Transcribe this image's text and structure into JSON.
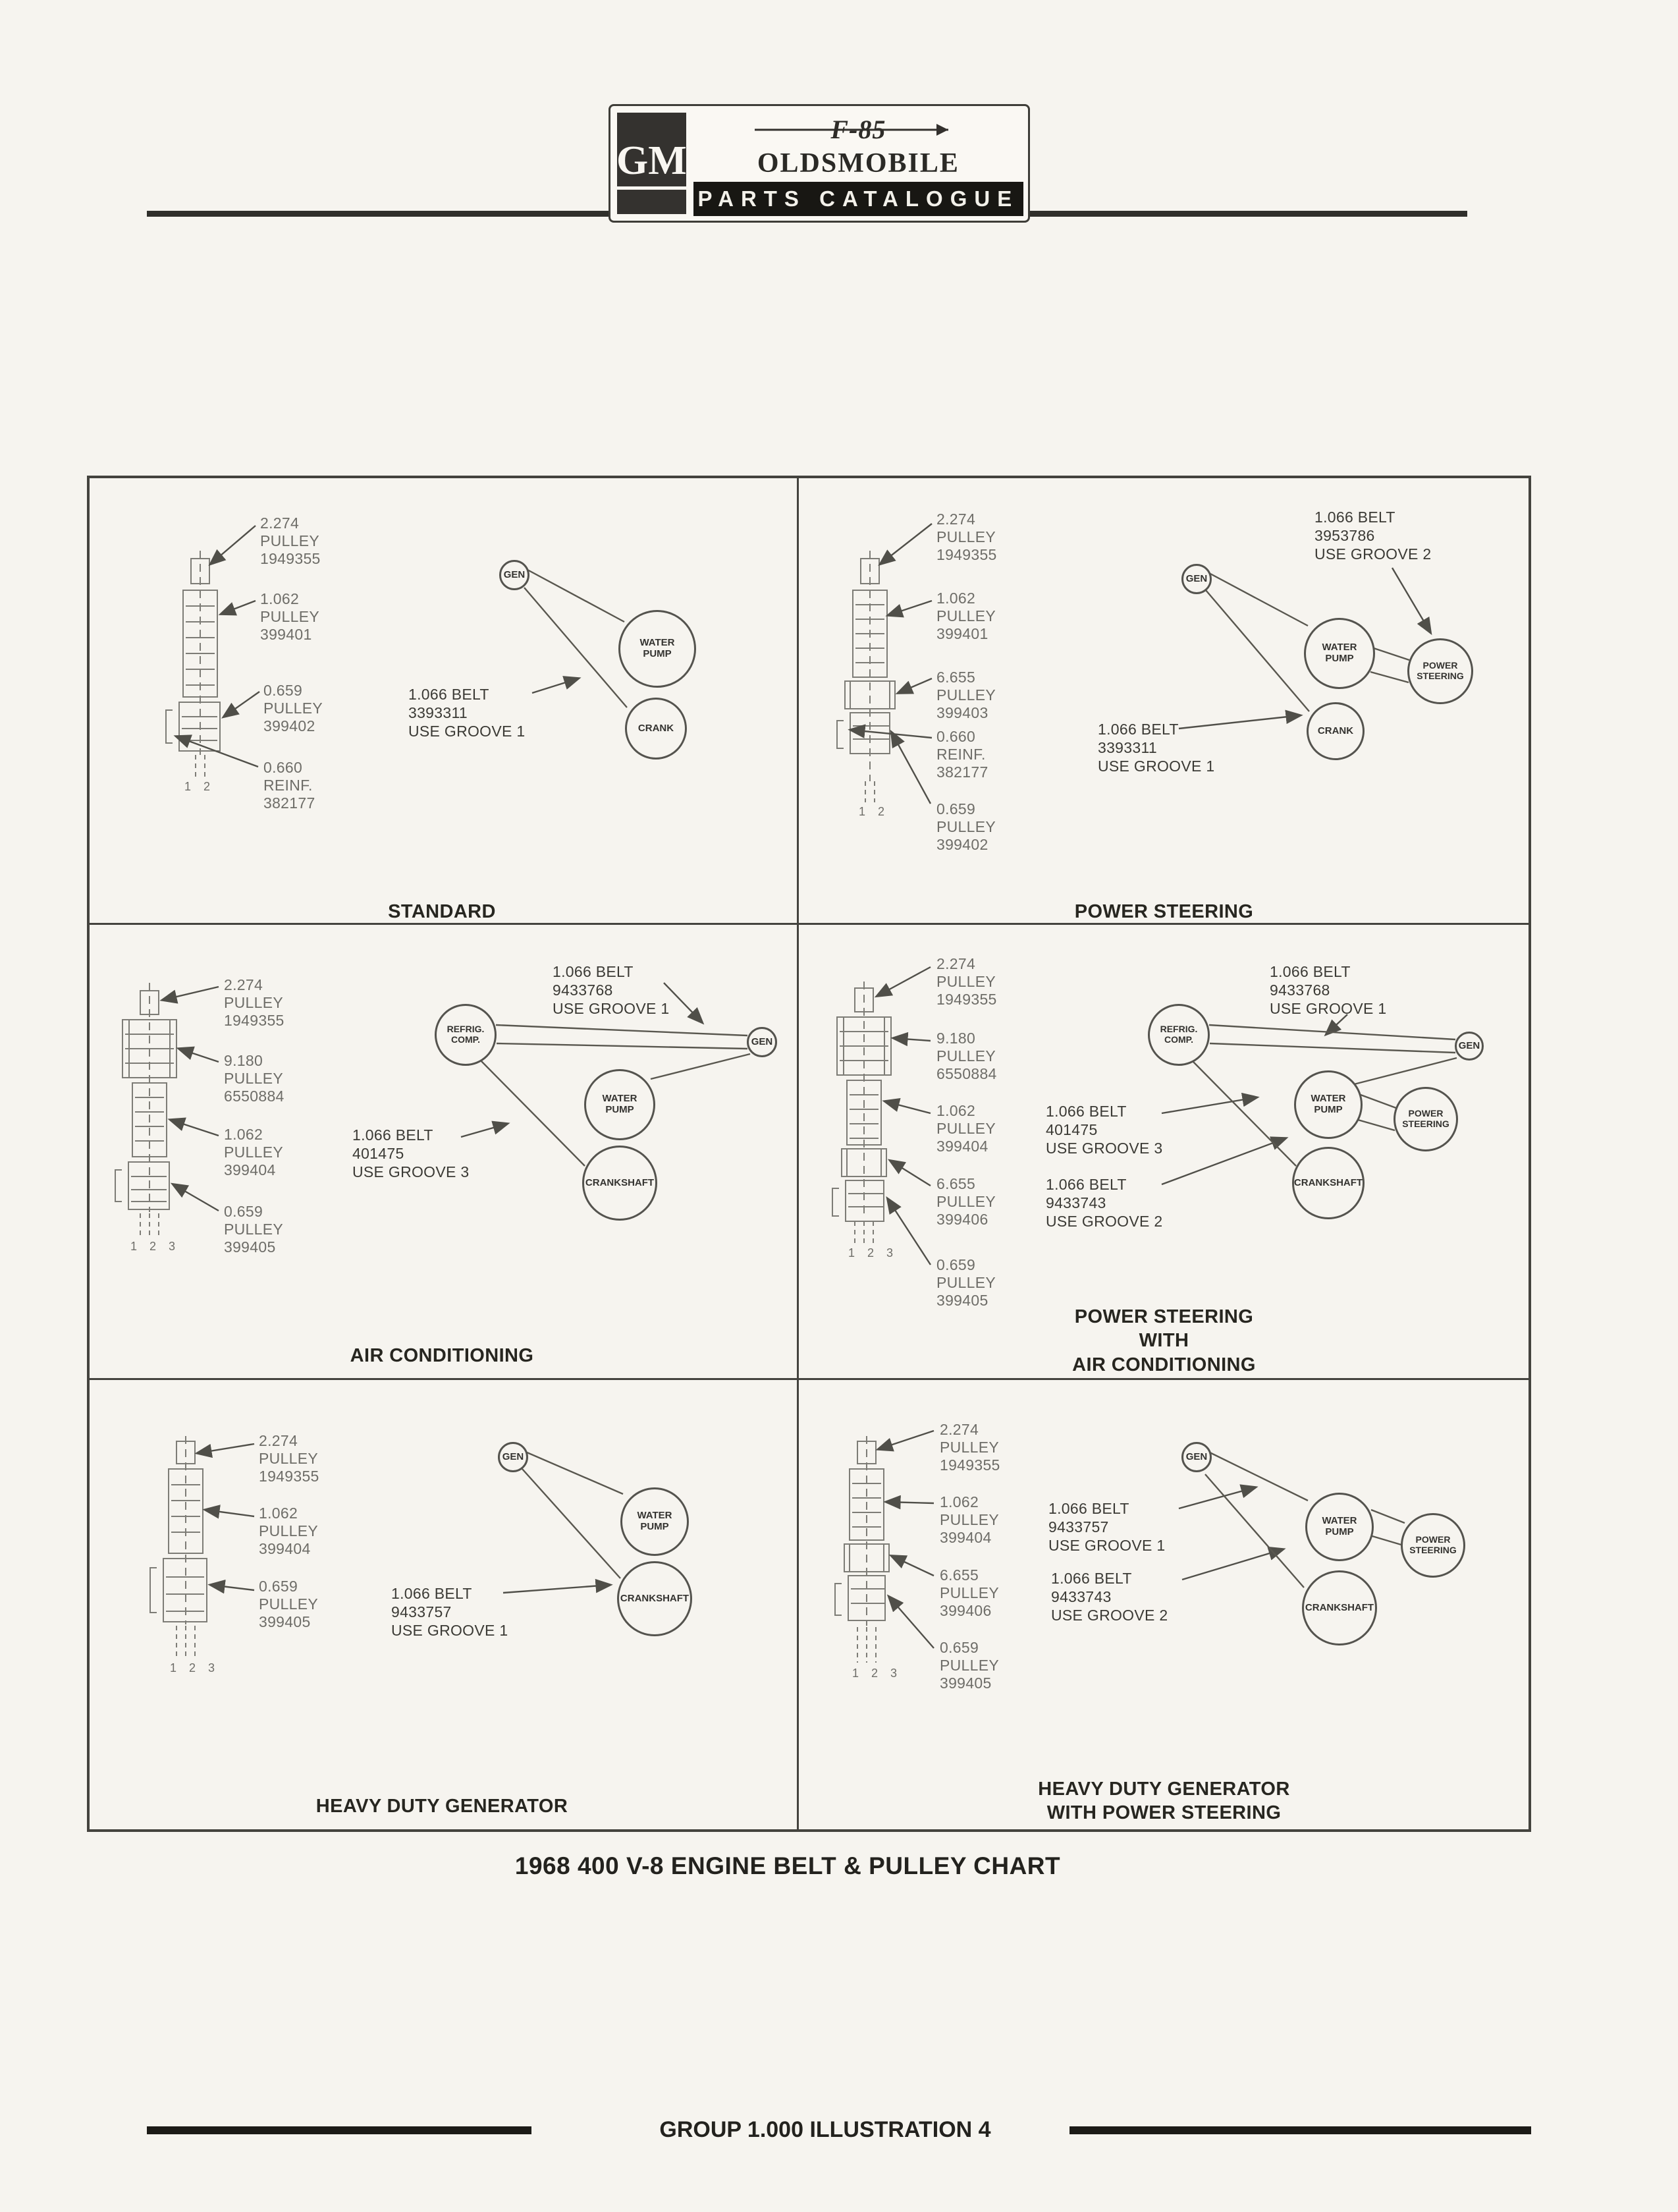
{
  "page": {
    "caption": "1968 400 V-8 ENGINE BELT & PULLEY CHART",
    "footer": "GROUP 1.000 ILLUSTRATION 4"
  },
  "header": {
    "gm": "GM",
    "model": "F-85",
    "brand": "OLDSMOBILE",
    "bar": "PARTS CATALOGUE"
  },
  "colors": {
    "paper": "#f6f4ef",
    "ink": "#2b2b2b",
    "gray_text": "#6e6d68"
  },
  "panels": [
    {
      "title": "STANDARD",
      "ticks": "1 2",
      "callouts": [
        "2.274\nPULLEY\n1949355",
        "1.062\nPULLEY\n399401",
        "0.659\nPULLEY\n399402",
        "0.660\nREINF.\n382177"
      ],
      "belts": [
        "1.066 BELT\n3393311\nUSE GROOVE 1"
      ],
      "components": [
        "GEN",
        "WATER\nPUMP",
        "CRANK"
      ]
    },
    {
      "title": "POWER STEERING",
      "ticks": "1 2",
      "callouts": [
        "2.274\nPULLEY\n1949355",
        "1.062\nPULLEY\n399401",
        "6.655\nPULLEY\n399403",
        "0.660\nREINF.\n382177",
        "0.659\nPULLEY\n399402"
      ],
      "belts": [
        "1.066 BELT\n3953786\nUSE GROOVE 2",
        "1.066 BELT\n3393311\nUSE GROOVE 1"
      ],
      "components": [
        "GEN",
        "WATER\nPUMP",
        "POWER\nSTEERING",
        "CRANK"
      ]
    },
    {
      "title": "AIR CONDITIONING",
      "ticks": "1 2 3",
      "callouts": [
        "2.274\nPULLEY\n1949355",
        "9.180\nPULLEY\n6550884",
        "1.062\nPULLEY\n399404",
        "0.659\nPULLEY\n399405"
      ],
      "belts": [
        "1.066 BELT\n9433768\nUSE GROOVE 1",
        "1.066 BELT\n401475\nUSE GROOVE 3"
      ],
      "components": [
        "REFRIG.\nCOMP.",
        "GEN",
        "WATER\nPUMP",
        "CRANKSHAFT"
      ]
    },
    {
      "title": "POWER STEERING\nWITH\nAIR CONDITIONING",
      "ticks": "1 2 3",
      "callouts": [
        "2.274\nPULLEY\n1949355",
        "9.180\nPULLEY\n6550884",
        "1.062\nPULLEY\n399404",
        "6.655\nPULLEY\n399406",
        "0.659\nPULLEY\n399405"
      ],
      "belts": [
        "1.066 BELT\n9433768\nUSE GROOVE 1",
        "1.066 BELT\n401475\nUSE GROOVE 3",
        "1.066 BELT\n9433743\nUSE GROOVE 2"
      ],
      "components": [
        "REFRIG.\nCOMP.",
        "GEN",
        "WATER\nPUMP",
        "POWER\nSTEERING",
        "CRANKSHAFT"
      ]
    },
    {
      "title": "HEAVY DUTY GENERATOR",
      "ticks": "1 2 3",
      "callouts": [
        "2.274\nPULLEY\n1949355",
        "1.062\nPULLEY\n399404",
        "0.659\nPULLEY\n399405"
      ],
      "belts": [
        "1.066 BELT\n9433757\nUSE GROOVE 1"
      ],
      "components": [
        "GEN",
        "WATER\nPUMP",
        "CRANKSHAFT"
      ]
    },
    {
      "title": "HEAVY DUTY GENERATOR\nWITH POWER STEERING",
      "ticks": "1 2 3",
      "callouts": [
        "2.274\nPULLEY\n1949355",
        "1.062\nPULLEY\n399404",
        "6.655\nPULLEY\n399406",
        "0.659\nPULLEY\n399405"
      ],
      "belts": [
        "1.066 BELT\n9433757\nUSE GROOVE 1",
        "1.066 BELT\n9433743\nUSE GROOVE 2"
      ],
      "components": [
        "GEN",
        "WATER\nPUMP",
        "POWER\nSTEERING",
        "CRANKSHAFT"
      ]
    }
  ]
}
